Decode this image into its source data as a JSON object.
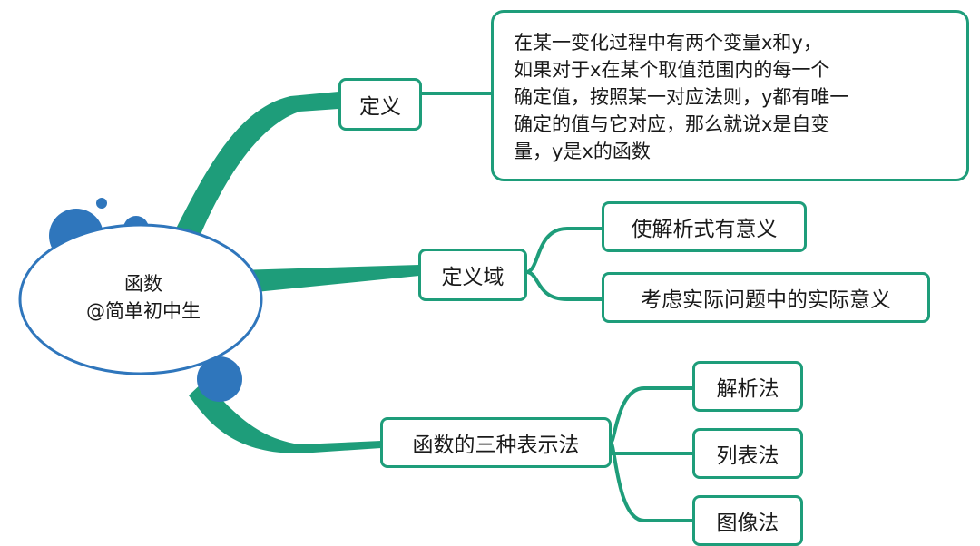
{
  "root": {
    "line1": "函数",
    "line2": "@简单初中生"
  },
  "definition": {
    "label": "定义",
    "text_lines": [
      "在某一变化过程中有两个变量x和y，",
      "如果对于x在某个取值范围内的每一个",
      "确定值，按照某一对应法则，y都有唯一",
      "确定的值与它对应，那么就说x是自变",
      "量，y是x的函数"
    ]
  },
  "domain": {
    "label": "定义域",
    "children": [
      "使解析式有意义",
      "考虑实际问题中的实际意义"
    ]
  },
  "representations": {
    "label": "函数的三种表示法",
    "children": [
      "解析法",
      "列表法",
      "图像法"
    ]
  },
  "colors": {
    "branch": "#1e9d7a",
    "root_circle": "#2f76bc",
    "root_outline": "#2f76bc"
  }
}
